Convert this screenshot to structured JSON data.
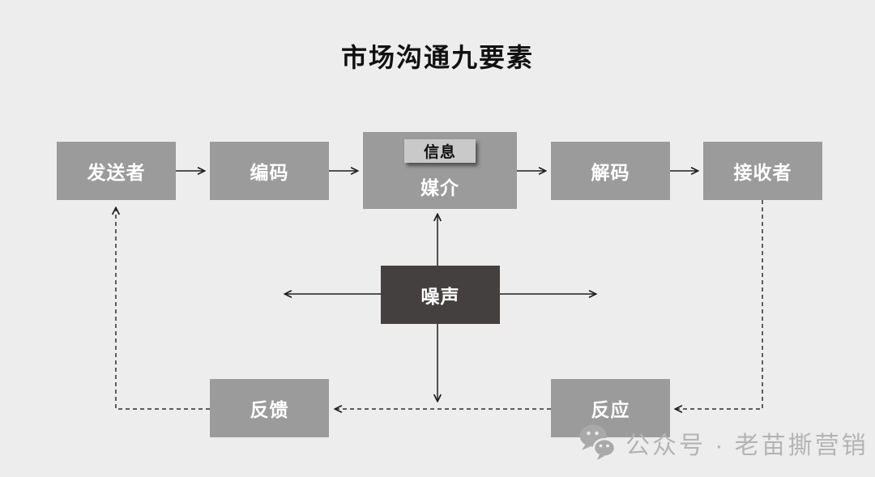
{
  "title": "市场沟通九要素",
  "diagram": {
    "nodes": {
      "sender": {
        "label": "发送者"
      },
      "encode": {
        "label": "编码"
      },
      "message": {
        "label": "信息"
      },
      "media": {
        "label": "媒介"
      },
      "decode": {
        "label": "解码"
      },
      "receiver": {
        "label": "接收者"
      },
      "noise": {
        "label": "噪声"
      },
      "feedback": {
        "label": "反馈"
      },
      "response": {
        "label": "反应"
      }
    }
  },
  "colors": {
    "background": "#ededed",
    "node_fill": "#9b9b9b",
    "noise_fill": "#454040",
    "message_fill": "#c9c9c9",
    "node_text": "#ffffff",
    "message_text": "#111111",
    "arrow": "#1f1f1f",
    "watermark": "#b4b4b4",
    "watermark_icon": "#a9a9a9"
  },
  "watermark": {
    "icon": "wechat-icon",
    "text": "公众号 · 老苗撕营销"
  }
}
